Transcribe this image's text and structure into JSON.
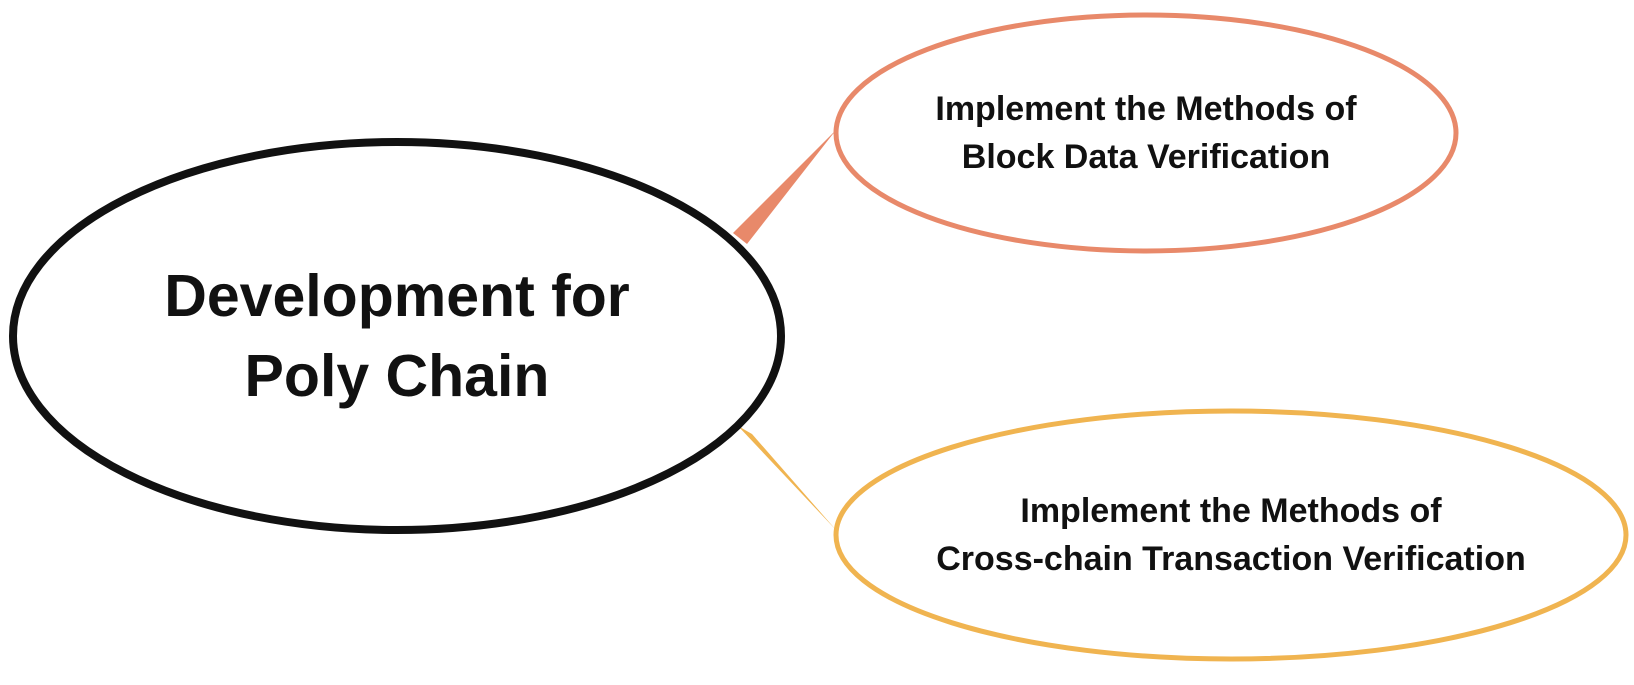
{
  "center": {
    "lines": [
      "Development for",
      "Poly Chain"
    ],
    "border_color": "#111111"
  },
  "branches": [
    {
      "lines": [
        "Implement the Methods of",
        "Block Data Verification"
      ],
      "color": "#E8896A"
    },
    {
      "lines": [
        "Implement the Methods of",
        "Cross-chain Transaction Verification"
      ],
      "color": "#F0B450"
    }
  ]
}
